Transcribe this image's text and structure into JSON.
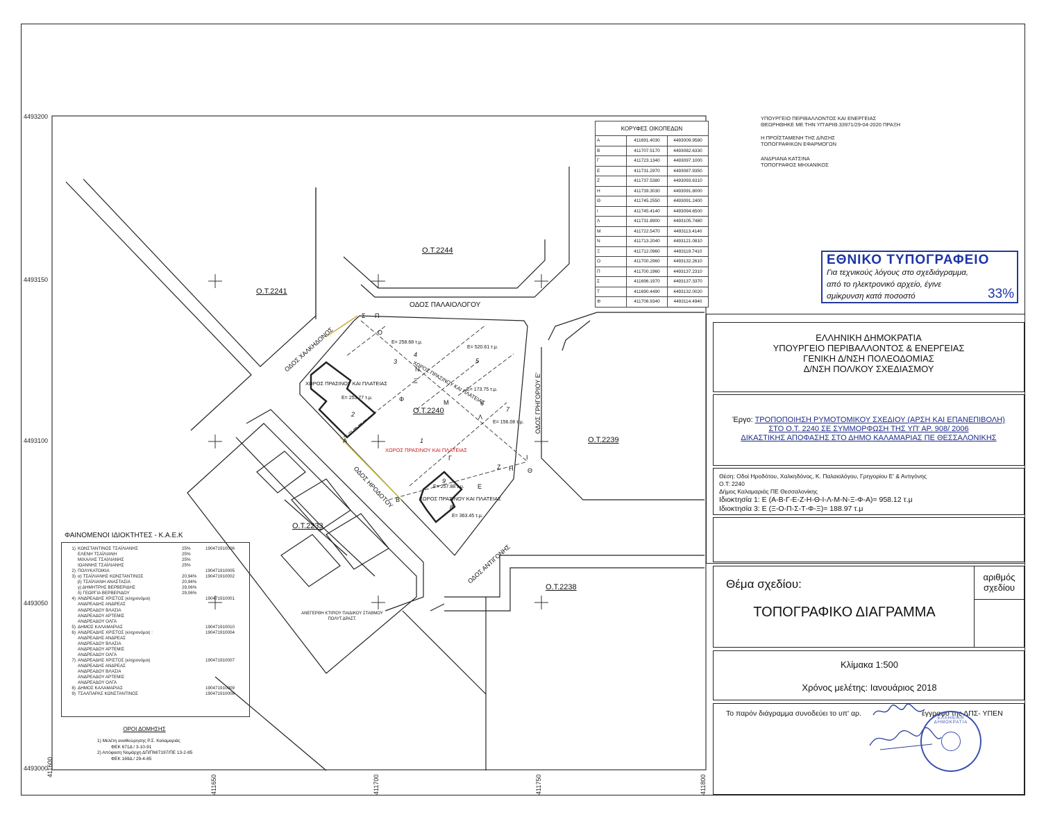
{
  "map": {
    "y_ticks": [
      "4493200",
      "4493150",
      "4493100",
      "4493050",
      "4493000"
    ],
    "x_ticks": [
      "411600",
      "411650",
      "411700",
      "411750",
      "411800"
    ],
    "blocks": [
      "Ο.Τ.2244",
      "Ο.Τ.2241",
      "Ο.Τ.2240",
      "Ο.Τ.2239",
      "Ο.Τ.2233",
      "Ο.Τ.2238"
    ],
    "streets": {
      "palaiologou": "ΟΔΟΣ ΠΑΛΑΙΟΛΟΓΟΥ",
      "chalkidonos": "ΟΔΟΣ ΧΑΛΚΗΔΟΝΟΣ",
      "grigoriou": "ΟΔΟΣ ΓΡΗΓΟΡΙΟΥ Ε'",
      "irodotou": "ΟΔΟΣ ΗΡΟΔΟΤΟΥ",
      "antigonis": "ΟΔΟΣ ΑΝΤΙΓΟΝΗΣ"
    },
    "labels": {
      "green_1": "ΧΩΡΟΣ ΠΡΑΣΙΝΟΥ ΚΑΙ ΠΛΑΤΕΙΑΣ",
      "green_2": "ΧΩΡΟΣ ΠΡΑΣΙΝΟΥ ΚΑΙ ΠΛΑΤΕΙΑΣ",
      "green_3": "ΧΩΡΟΣ ΠΡΑΣΙΝΟΥ ΚΑΙ ΠΛΑΤΕΙΑΣ",
      "green_main": "ΧΩΡΟΣ ΠΡΑΣΙΝΟΥ ΚΑΙ ΠΛΑΤΕΙΑΣ",
      "parcel_1": "1",
      "parcel_2": "2",
      "parcel_3": "3",
      "parcel_4": "4",
      "parcel_5": "5",
      "parcel_6": "6",
      "parcel_7": "7",
      "parcel_8": "8",
      "parcel_9": "9",
      "area_2": "Ε= 253.77 τ.μ.",
      "area_4": "Ε= 258.68 τ.μ.",
      "area_5": "Ε= 520.61 τ.μ.",
      "area_6": "Ε= 173.75 τ.μ.",
      "area_7": "Ε= 156.08 τ.μ.",
      "area_8": "Ε= 363.45 τ.μ.",
      "area_9": "Ε= 257.88 τ.μ.",
      "school": "ΑΝΕΓΕΡΘΗ ΚΤΙΡΙΟΥ ΠΑΙΔΙΚΟΥ ΣΤΑΘΜΟΥ ΠΟΛΥΤ.ΔΡΑΣΤ."
    },
    "vertex_letters": [
      "Σ",
      "Π",
      "Ο",
      "Ν",
      "Ξ",
      "Φ",
      "Μ",
      "Λ",
      "Α",
      "Β",
      "Γ",
      "Ε",
      "Ζ",
      "Η",
      "Θ",
      "Ι"
    ]
  },
  "vertex_table": {
    "title": "ΚΟΡΥΦΕΣ ΟΙΚΟΠΕΔΩΝ",
    "rows": [
      [
        "Α",
        "411691.4030",
        "4493009.9580"
      ],
      [
        "Β",
        "411707.5170",
        "4493082.6330"
      ],
      [
        "Γ",
        "411723.1340",
        "4493097.1000"
      ],
      [
        "Ε",
        "411731.2970",
        "4493087.9350"
      ],
      [
        "Ζ",
        "411737.5380",
        "4493093.6310"
      ],
      [
        "Η",
        "411739.3030",
        "4493091.8000"
      ],
      [
        "Θ",
        "411745.2550",
        "4493091.2400"
      ],
      [
        "Ι",
        "411745.4140",
        "4493094.6500"
      ],
      [
        "Λ",
        "411731.8900",
        "4493105.7480"
      ],
      [
        "Μ",
        "411722.5470",
        "4493113.4140"
      ],
      [
        "Ν",
        "411713.2040",
        "4493121.0810"
      ],
      [
        "Ξ",
        "411712.0960",
        "4493119.7410"
      ],
      [
        "Ο",
        "411700.2960",
        "4493132.2610"
      ],
      [
        "Π",
        "411700.1960",
        "4493137.2310"
      ],
      [
        "Σ",
        "411696.1970",
        "4493137.3370"
      ],
      [
        "Τ",
        "411690.4490",
        "4493132.0020"
      ],
      [
        "Φ",
        "411706.9340",
        "4493114.4940"
      ]
    ]
  },
  "approval": {
    "line1": "ΥΠΟΥΡΓΕΙΟ ΠΕΡΙΒΑΛΛΟΝΤΟΣ ΚΑΙ ΕΝΕΡΓΕΙΑΣ",
    "line2": "ΘΕΩΡΗΘΗΚΕ ΜΕ ΤΗΝ ΥΠ'ΑΡΙΘ.33971/29-04-2020 ΠΡΑΞΗ",
    "line3": "Η ΠΡΟΪΣΤΑΜΕΝΗ ΤΗΣ Δ/ΝΣΗΣ",
    "line4": "ΤΟΠΟΓΡΑΦΙΚΩΝ ΕΦΑΡΜΟΓΩΝ",
    "line5": "ΑΝΔΡΙΑΝΑ ΚΑΤΣΙΝΑ",
    "line6": "ΤΟΠΟΓΡΑΦΟΣ ΜΗΧΑΝΙΚΟΣ"
  },
  "national_printing": {
    "title": "ΕΘΝΙΚΟ ΤΥΠΟΓΡΑΦΕΙΟ",
    "line1": "Για τεχνικούς λόγους στο σχεδιάγραμμα,",
    "line2": "από το ηλεκτρονικό αρχείο, έγινε",
    "line3": "σμίκρυνση κατά ποσοστό",
    "percent": "33%"
  },
  "header": {
    "line1": "ΕΛΛΗΝΙΚΗ ΔΗΜΟΚΡΑΤΙΑ",
    "line2": "ΥΠΟΥΡΓΕΙΟ ΠΕΡΙΒΑΛΛΟΝΤΟΣ & ΕΝΕΡΓΕΙΑΣ",
    "line3": "ΓΕΝΙΚΗ Δ/ΝΣΗ ΠΟΛΕΟΔΟΜΙΑΣ",
    "line4": "Δ/ΝΣΗ ΠΟΛ/ΚΟΥ ΣΧΕΔΙΑΣΜΟΥ"
  },
  "project": {
    "label": "Έργο:",
    "line1": "ΤΡΟΠΟΠΟΙΗΣΗ ΡΥΜΟΤΟΜΙΚΟΥ ΣΧΕΔΙΟΥ (ΑΡΣΗ ΚΑΙ ΕΠΑΝΕΠΙΒΟΛΗ)",
    "line2": "ΣΤΟ Ο.Τ. 2240 ΣΕ ΣΥΜΜΟΡΦΩΣΗ ΤΗΣ ΥΠ' ΑΡ. 908/ 2006",
    "line3": "ΔΙΚΑΣΤΙΚΗΣ ΑΠΟΦΑΣΗΣ ΣΤΟ ΔΗΜΟ ΚΑΛΑΜΑΡΙΑΣ ΠΕ ΘΕΣΣΑΛΟΝΙΚΗΣ"
  },
  "location": {
    "line1": "Θέση: Οδοί Ηροδότου, Χαλκηδόνος, Κ. Παλαιολόγου, Γρηγορίου Ε' & Αντιγόνης",
    "line2": "Ο.Τ: 2240",
    "line3": "Δήμος Καλαμαριάς ΠΕ Θεσσαλονίκης",
    "line4": "Ιδιοκτησία 1: Ε (Α-Β-Γ-Ε-Ζ-Η-Θ-Ι-Λ-Μ-Ν-Ξ-Φ-Α)= 958.12 τ.μ",
    "line5": "Ιδιοκτησία 3: Ε (Ξ-Ο-Π-Σ-Τ-Φ-Ξ)= 188.97 τ.μ"
  },
  "drawing": {
    "subject_label": "Θέμα σχεδίου:",
    "number_label_1": "αριθμός",
    "number_label_2": "σχεδίου",
    "title": "ΤΟΠΟΓΡΑΦΙΚΟ ΔΙΑΓΡΑΜΜΑ",
    "scale": "Κλίμακα 1:500",
    "year": "Χρόνος μελέτης: Ιανουάριος 2018",
    "note_a": "Το παρόν διάγραμμα συνοδεύει το υπ' αρ.",
    "note_b": "έγγραφο της ΔΠΣ- ΥΠΕΝ"
  },
  "owners": {
    "title": "ΦΑΙΝΟΜΕΝΟΙ ΙΔΙΟΚΤΗΤΕΣ   -   Κ.Α.Ε.Κ",
    "rows": [
      [
        "1)",
        "ΚΩΝΣΤΑΝΤΙΝΟΣ ΤΣΑΪΛΙΑΝΗΣ",
        "25%",
        "190471910006"
      ],
      [
        "",
        "ΕΛΕΝΗ ΤΣΑΪΛΙΑΝΗ",
        "25%",
        ""
      ],
      [
        "",
        "ΜΙΧΑΛΗΣ ΤΣΑΪΛΙΑΝΗΣ",
        "25%",
        ""
      ],
      [
        "",
        "ΙΩΑΝΝΗΣ ΤΣΑΪΛΙΑΝΗΣ",
        "25%",
        ""
      ],
      [
        "2)",
        "ΠΟΛΥΚΑΤΟΙΚΙΑ",
        "",
        "190471910005"
      ],
      [
        "3)",
        "α) ΤΣΑΪΛΙΑΝΗΣ ΚΩΝΣΤΑΝΤΙΝΟΣ",
        "20,94%",
        "190471910002"
      ],
      [
        "",
        "β) ΤΣΑΪΛΙΑΝΗ ΑΝΑΣΤΑΣΙΑ",
        "20,94%",
        ""
      ],
      [
        "",
        "γ) ΔΗΜΗΤΡΗΣ ΒΕΡΒΕΡΙΔΗΣ",
        "29,06%",
        ""
      ],
      [
        "",
        "δ) ΓΕΩΡΓΙΑ ΒΕΡΒΕΡΙΔΟΥ",
        "29,06%",
        ""
      ],
      [
        "4)",
        "ΑΝΔΡΕΑΔΗΣ ΧΡΙΣΤΟΣ (κληρονόμοι)",
        "",
        "190471910001"
      ],
      [
        "",
        "ΑΝΔΡΕΑΔΗΣ ΑΝΔΡΕΑΣ",
        "",
        ""
      ],
      [
        "",
        "ΑΝΔΡΕΑΔΟΥ ΒΛΑΣΙΑ",
        "",
        ""
      ],
      [
        "",
        "ΑΝΔΡΕΑΔΟΥ ΑΡΤΕΜΙΣ",
        "",
        ""
      ],
      [
        "",
        "ΑΝΔΡΕΑΔΟΥ ΟΛΓΑ",
        "",
        ""
      ],
      [
        "5)",
        "ΔΗΜΟΣ ΚΑΛΑΜΑΡΙΑΣ",
        "",
        "190471910010"
      ],
      [
        "6)",
        "ΑΝΔΡΕΑΔΗΣ ΧΡΙΣΤΟΣ (κληρονόμοι)  :",
        "",
        "190471910004"
      ],
      [
        "",
        "ΑΝΔΡΕΑΔΗΣ ΑΝΔΡΕΑΣ",
        "",
        ""
      ],
      [
        "",
        "ΑΝΔΡΕΑΔΟΥ ΒΛΑΣΙΑ",
        "",
        ""
      ],
      [
        "",
        "ΑΝΔΡΕΑΔΟΥ ΑΡΤΕΜΙΣ",
        "",
        ""
      ],
      [
        "",
        "ΑΝΔΡΕΑΔΟΥ ΟΛΓΑ",
        "",
        ""
      ],
      [
        "7)",
        "ΑΝΔΡΕΑΔΗΣ ΧΡΙΣΤΟΣ (κληρονόμοι)",
        "",
        "190471910007"
      ],
      [
        "",
        "ΑΝΔΡΕΑΔΗΣ ΑΝΔΡΕΑΣ",
        "",
        ""
      ],
      [
        "",
        "ΑΝΔΡΕΑΔΟΥ ΒΛΑΣΙΑ",
        "",
        ""
      ],
      [
        "",
        "ΑΝΔΡΕΑΔΟΥ ΑΡΤΕΜΙΣ",
        "",
        ""
      ],
      [
        "",
        "ΑΝΔΡΕΑΔΟΥ ΟΛΓΑ",
        "",
        ""
      ],
      [
        "8)",
        "ΔΗΜΟΣ ΚΑΛΑΜΑΡΙΑΣ",
        "",
        "190471910009"
      ],
      [
        "9)",
        "ΤΣΑΛΠΑΡΑΣ ΚΩΝΣΤΑΝΤΙΝΟΣ",
        "",
        "190471910008"
      ]
    ]
  },
  "building_terms": {
    "title": "ΟΡΟΙ ΔΟΜΗΣΗΣ",
    "line1": "1)  Μελέτη αναθεώρησης Ρ.Σ. Καλαμαριάς",
    "line2": "ΦΕΚ 671Δ / 3-10-91",
    "line3": "2)  Απόφαση Νομάρχη ΔΠ/ΠΜ/7197/ΠΕ 13-2-85",
    "line4": "ΦΕΚ 169Δ / 29-4-85"
  },
  "stamp": {
    "text": "ΕΛΛΗΝΙΚΗ ΔΗΜΟΚΡΑΤΙΑ"
  }
}
